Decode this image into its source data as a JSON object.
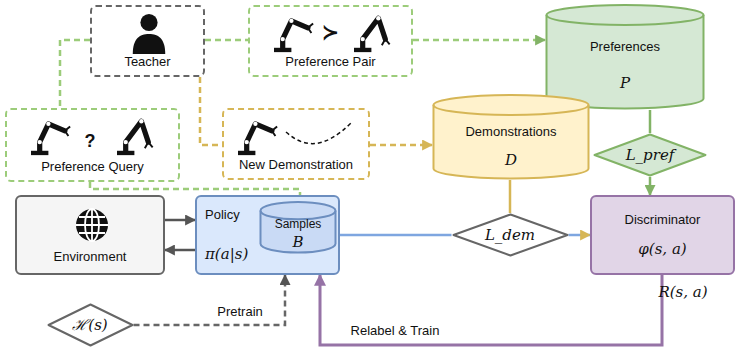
{
  "diagram": {
    "nodes": [
      {
        "text": [
          "Teacher"
        ]
      },
      {
        "text": [
          "Preference Pair"
        ]
      },
      {
        "text": [
          "Preferences",
          "P"
        ]
      },
      {
        "text": [
          "Preference Query"
        ]
      },
      {
        "text": [
          "New Demonstration"
        ]
      },
      {
        "text": [
          "Demonstrations",
          "D"
        ]
      },
      {
        "text": [
          "L_pref"
        ]
      },
      {
        "text": [
          "Discriminator",
          "φ(s, a)"
        ]
      },
      {
        "text": [
          "Environment"
        ]
      },
      {
        "text": [
          "Policy",
          "π(a|s)"
        ]
      },
      {
        "text": [
          "Samples",
          "B"
        ],
        "in": 9
      },
      {
        "text": [
          "L_dem"
        ]
      },
      {
        "text": [
          "ℋ(s)"
        ]
      }
    ],
    "edges": [
      {
        "from": 0,
        "to": 1,
        "arrow": "none"
      },
      {
        "from": 1,
        "to": 2,
        "arrow": "to"
      },
      {
        "from": 0,
        "to": 3,
        "arrow": "none"
      },
      {
        "from": 3,
        "to": 9,
        "arrow": "none"
      },
      {
        "from": 0,
        "to": 4,
        "arrow": "none"
      },
      {
        "from": 4,
        "to": 5,
        "arrow": "to"
      },
      {
        "from": 2,
        "to": 6,
        "arrow": "none"
      },
      {
        "from": 6,
        "to": 7,
        "arrow": "to"
      },
      {
        "from": 5,
        "to": 11,
        "arrow": "none"
      },
      {
        "from": 9,
        "to": 11,
        "arrow": "none"
      },
      {
        "from": 11,
        "to": 7,
        "arrow": "to"
      },
      {
        "from": 8,
        "to": 9,
        "arrow": "to"
      },
      {
        "from": 9,
        "to": 8,
        "arrow": "to"
      },
      {
        "from": 12,
        "to": 9,
        "label": "Pretrain",
        "arrow": "to"
      },
      {
        "from": 7,
        "to": 9,
        "label": "Relabel & Train",
        "arrow": "to"
      }
    ],
    "labels": [
      "?",
      "≻",
      "R(s, a)"
    ]
  }
}
